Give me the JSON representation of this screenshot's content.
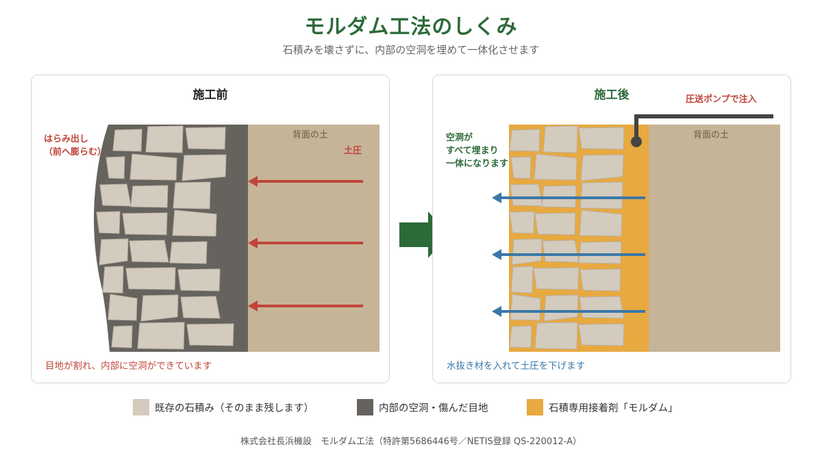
{
  "header": {
    "title": "モルダム工法のしくみ",
    "subtitle": "石積みを壊さずに、内部の空洞を埋めて一体化させます"
  },
  "before": {
    "title": "施工前",
    "bulge_note": "はらみ出し\n（前へ膨らむ）",
    "earth_pressure": "土圧",
    "soil_label": "背面の土",
    "caption": "目地が割れ、内部に空洞ができています"
  },
  "after": {
    "title": "施工後",
    "pump_label": "圧送ポンプで注入",
    "filled_note": "空洞が\nすべて埋まり\n一体になります",
    "soil_label": "背面の土",
    "caption": "水抜き材を入れて土圧を下げます"
  },
  "legend": {
    "items": [
      {
        "label": "既存の石積み（そのまま残します）",
        "color": "#d3cbbe"
      },
      {
        "label": "内部の空洞・傷んだ目地",
        "color": "#66635e"
      },
      {
        "label": "石積専用接着剤「モルダム」",
        "color": "#e7a940"
      }
    ]
  },
  "footer": {
    "text": "株式会社長浜機設　モルダム工法（特許第5686446号／NETIS登録 QS-220012-A）"
  },
  "colors": {
    "stone": "#d3cbbe",
    "void": "#66635e",
    "moldam": "#e7a940",
    "soil": "#c6b498",
    "pressure_arrow": "#c0453a",
    "drain_arrow": "#3a78a8",
    "accent_green": "#2d6a3a"
  },
  "icons": [
    "right-arrow-icon",
    "pump-pipe-icon"
  ]
}
